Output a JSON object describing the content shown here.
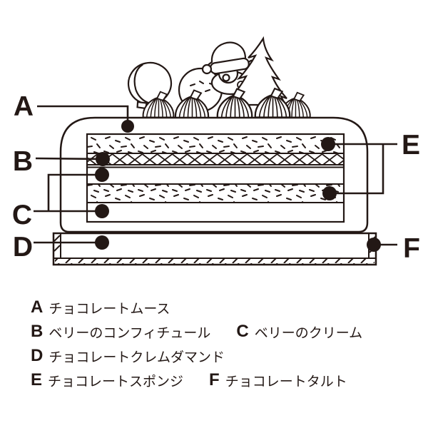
{
  "colors": {
    "ink": "#231815",
    "background": "#ffffff"
  },
  "diagram": {
    "description": "christmas-chocolate-cake-cross-section",
    "callouts": {
      "a": "A",
      "b": "B",
      "c": "C",
      "d": "D",
      "e": "E",
      "f": "F"
    }
  },
  "legend": {
    "rows": [
      {
        "items": [
          {
            "letter": "A",
            "text": "チョコレートムース"
          }
        ]
      },
      {
        "items": [
          {
            "letter": "B",
            "text": "ベリーのコンフィチュール"
          },
          {
            "letter": "C",
            "text": "ベリーのクリーム"
          }
        ]
      },
      {
        "items": [
          {
            "letter": "D",
            "text": "チョコレートクレムダマンド"
          }
        ]
      },
      {
        "items": [
          {
            "letter": "E",
            "text": "チョコレートスポンジ"
          },
          {
            "letter": "F",
            "text": "チョコレートタルト"
          }
        ]
      }
    ]
  }
}
